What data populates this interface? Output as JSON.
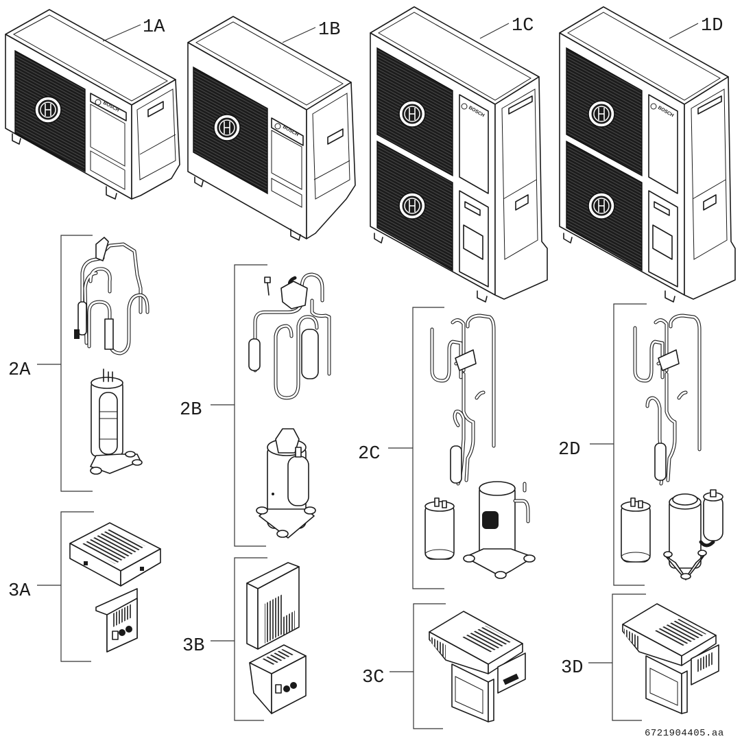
{
  "diagram": {
    "type": "exploded-parts-overview",
    "brand_badge_text": "BOSCH",
    "document_reference": "6721904405.aa",
    "outdoor_units": [
      {
        "id": "1A",
        "label": "1A",
        "fans": 1
      },
      {
        "id": "1B",
        "label": "1B",
        "fans": 1
      },
      {
        "id": "1C",
        "label": "1C",
        "fans": 2
      },
      {
        "id": "1D",
        "label": "1D",
        "fans": 2
      }
    ],
    "refrigerant_groups": [
      {
        "id": "2A",
        "label": "2A",
        "components": [
          "refrigerant-pipe-assembly",
          "rotary-compressor-with-accumulator"
        ]
      },
      {
        "id": "2B",
        "label": "2B",
        "components": [
          "refrigerant-pipe-assembly",
          "rotary-compressor-with-accumulator"
        ]
      },
      {
        "id": "2C",
        "label": "2C",
        "components": [
          "refrigerant-pipe-assembly",
          "liquid-receiver",
          "scroll-compressor"
        ]
      },
      {
        "id": "2D",
        "label": "2D",
        "components": [
          "refrigerant-pipe-assembly",
          "liquid-receiver",
          "rotary-compressor-with-accumulator"
        ]
      }
    ],
    "electronics_groups": [
      {
        "id": "3A",
        "label": "3A",
        "components": [
          "inverter-box-cover",
          "electrical-control-box"
        ]
      },
      {
        "id": "3B",
        "label": "3B",
        "components": [
          "inverter-box-cover",
          "electrical-control-box"
        ]
      },
      {
        "id": "3C",
        "label": "3C",
        "components": [
          "electrical-control-box-assembly"
        ]
      },
      {
        "id": "3D",
        "label": "3D",
        "components": [
          "electrical-control-box-assembly"
        ]
      }
    ]
  }
}
